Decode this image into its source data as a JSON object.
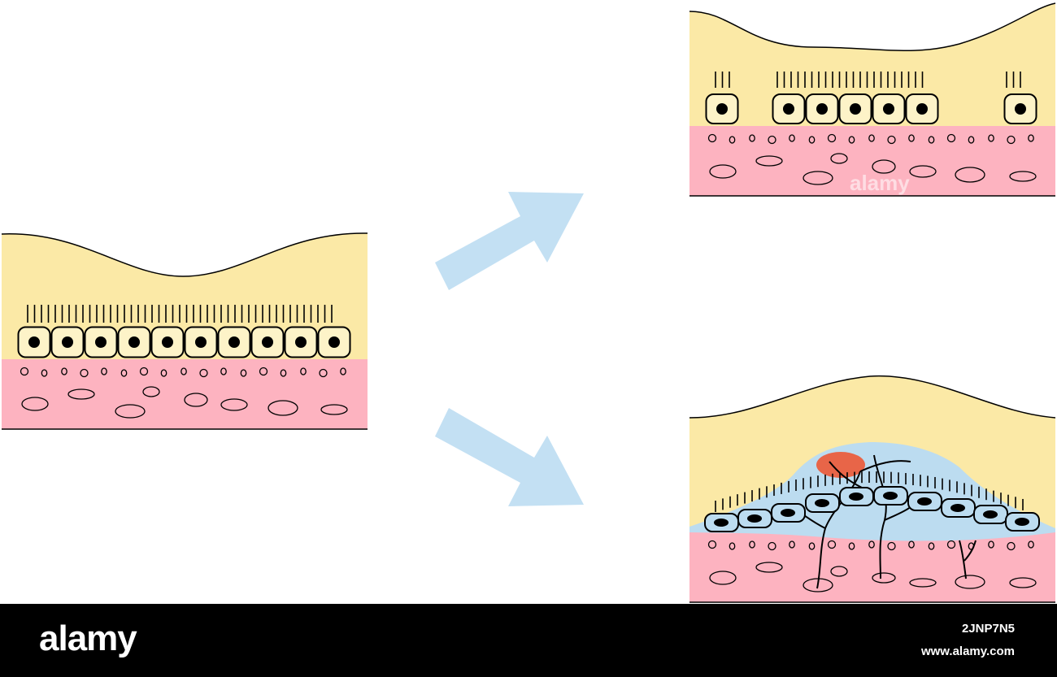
{
  "colors": {
    "mucus": "#fbe9a6",
    "tissue": "#fdb3c0",
    "cell_fill": "#fdf3c8",
    "swelling": "#bcdcf0",
    "arrow": "#c3e0f3",
    "inflammation": "#f0502a",
    "stroke": "#000000"
  },
  "panels": [
    {
      "id": "normal",
      "cell_groups": [
        10
      ]
    },
    {
      "id": "damaged",
      "cell_groups": [
        1,
        5,
        1
      ]
    },
    {
      "id": "inflamed",
      "cell_groups": [
        10
      ]
    }
  ],
  "arrows": [
    {
      "from": "normal",
      "to": "damaged"
    },
    {
      "from": "normal",
      "to": "inflamed"
    }
  ],
  "icons": [
    "arrow-up-right-icon",
    "arrow-down-right-icon"
  ],
  "watermark": {
    "text": "alamy"
  },
  "footer": {
    "brand": "alamy",
    "image_id": "2JNP7N5",
    "site": "www.alamy.com"
  }
}
